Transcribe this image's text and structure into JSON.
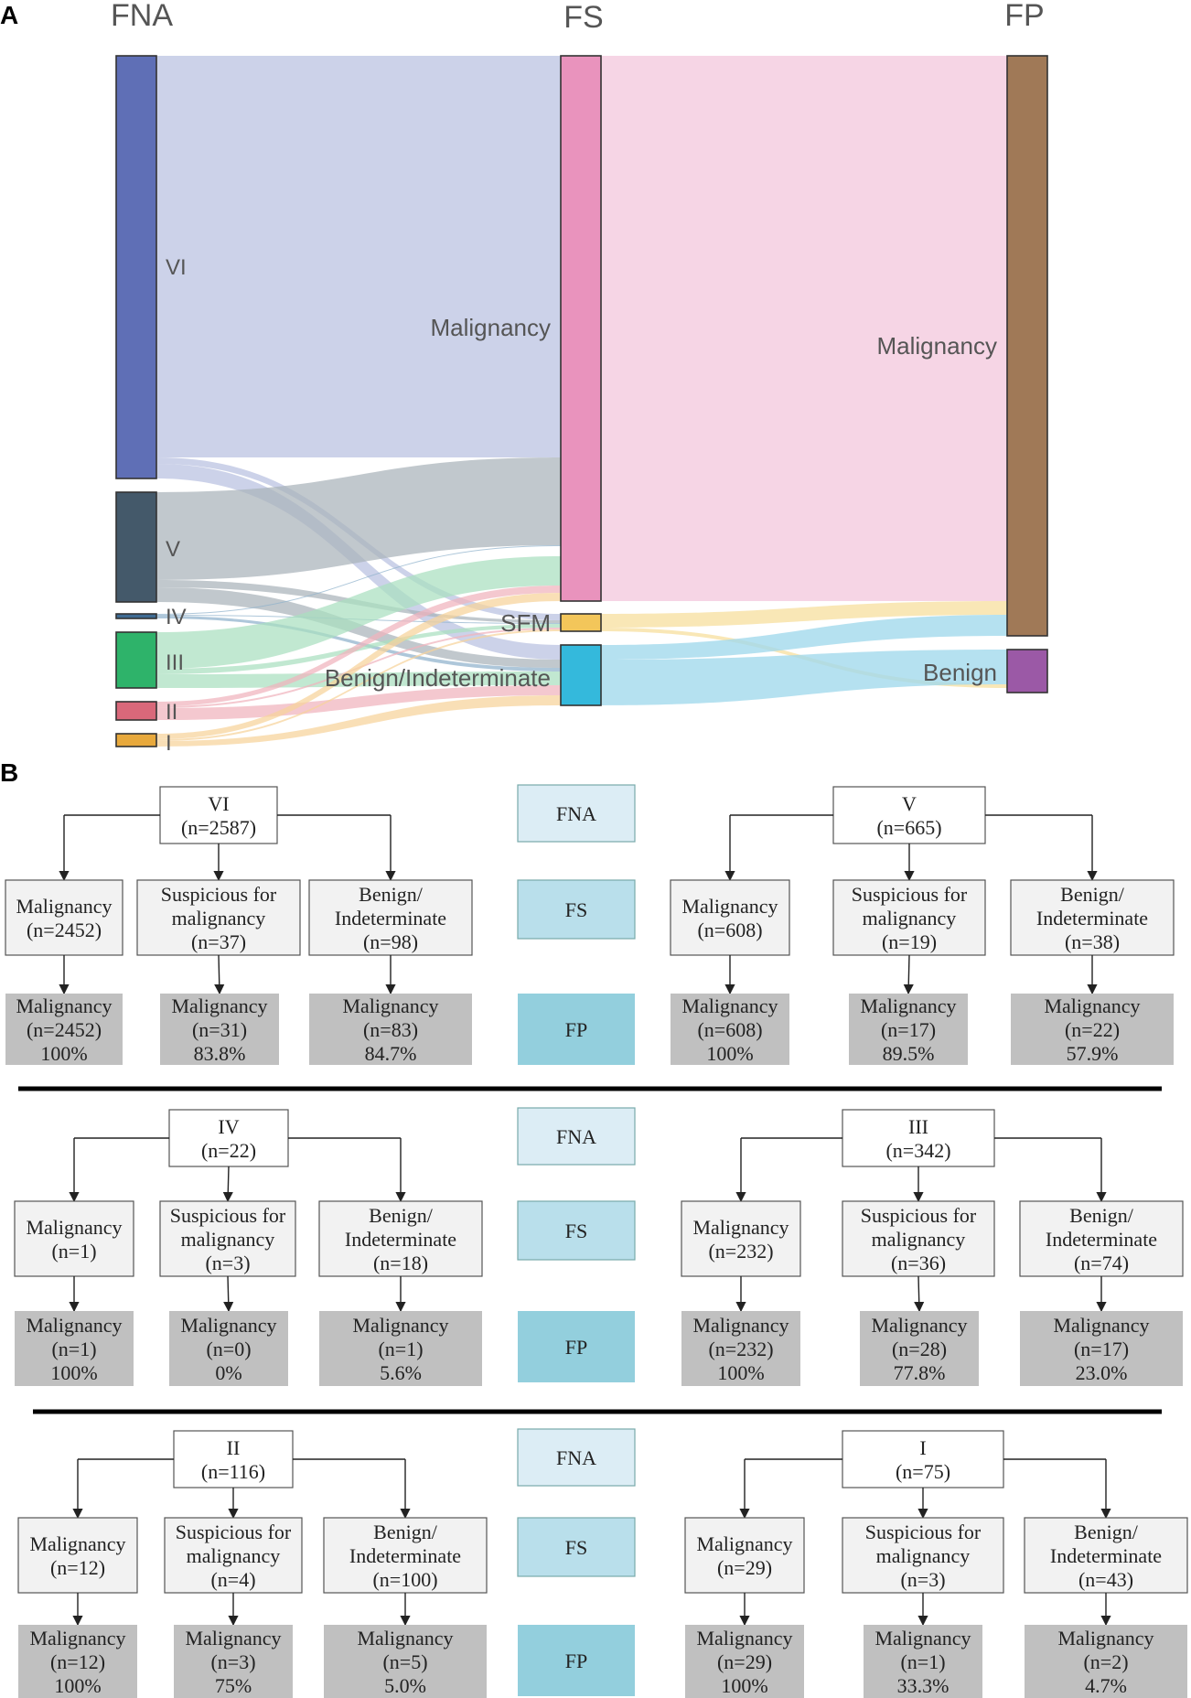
{
  "panel_a": {
    "letter": "A",
    "columns": {
      "fna": "FNA",
      "fs": "FS",
      "fp": "FP"
    },
    "fna_nodes": [
      {
        "id": "VI",
        "label": "VI",
        "color": "#5f6fb6"
      },
      {
        "id": "V",
        "label": "V",
        "color": "#44596a"
      },
      {
        "id": "IV",
        "label": "IV",
        "color": "#3e6b93"
      },
      {
        "id": "III",
        "label": "III",
        "color": "#2eb36a"
      },
      {
        "id": "II",
        "label": "II",
        "color": "#d9687a"
      },
      {
        "id": "I",
        "label": "I",
        "color": "#e8a93c"
      }
    ],
    "fs_nodes": [
      {
        "id": "M",
        "label": "Malignancy",
        "color": "#e993bd"
      },
      {
        "id": "SFM",
        "label": "SFM",
        "color": "#f3c65a"
      },
      {
        "id": "B",
        "label": "Benign/Indeterminate",
        "color": "#34b9dc"
      }
    ],
    "fp_nodes": [
      {
        "id": "M",
        "label": "Malignancy",
        "color": "#a07957"
      },
      {
        "id": "B",
        "label": "Benign",
        "color": "#9b59a6"
      }
    ],
    "flow_colors": {
      "VI": "#b8c0e0",
      "V": "#a9b3ba",
      "IV": "#8fb2cc",
      "III": "#a9dfbf",
      "II": "#f0b3bd",
      "I": "#f6d39a",
      "fsM": "#f4cade",
      "fsSFM": "#f7e1a4",
      "fsB": "#a3d9ec"
    }
  },
  "panel_b": {
    "letter": "B",
    "level_labels": {
      "fna": "FNA",
      "fs": "FS",
      "fp": "FP"
    },
    "level_colors": {
      "fna": "#dcedf5",
      "fs": "#b9dfeb",
      "fp": "#93cfdd"
    },
    "groups": [
      {
        "root": {
          "name": "VI",
          "n": "(n=2587)"
        },
        "children": [
          {
            "fs": [
              "Malignancy",
              "(n=2452)"
            ],
            "fp": [
              "Malignancy",
              "(n=2452)",
              "100%"
            ]
          },
          {
            "fs": [
              "Suspicious for",
              "malignancy",
              "(n=37)"
            ],
            "fp": [
              "Malignancy",
              "(n=31)",
              "83.8%"
            ]
          },
          {
            "fs": [
              "Benign/",
              "Indeterminate",
              "(n=98)"
            ],
            "fp": [
              "Malignancy",
              "(n=83)",
              "84.7%"
            ]
          }
        ]
      },
      {
        "root": {
          "name": "V",
          "n": "(n=665)"
        },
        "children": [
          {
            "fs": [
              "Malignancy",
              "(n=608)"
            ],
            "fp": [
              "Malignancy",
              "(n=608)",
              "100%"
            ]
          },
          {
            "fs": [
              "Suspicious for",
              "malignancy",
              "(n=19)"
            ],
            "fp": [
              "Malignancy",
              "(n=17)",
              "89.5%"
            ]
          },
          {
            "fs": [
              "Benign/",
              "Indeterminate",
              "(n=38)"
            ],
            "fp": [
              "Malignancy",
              "(n=22)",
              "57.9%"
            ]
          }
        ]
      },
      {
        "root": {
          "name": "IV",
          "n": "(n=22)"
        },
        "children": [
          {
            "fs": [
              "Malignancy",
              "(n=1)"
            ],
            "fp": [
              "Malignancy",
              "(n=1)",
              "100%"
            ]
          },
          {
            "fs": [
              "Suspicious for",
              "malignancy",
              "(n=3)"
            ],
            "fp": [
              "Malignancy",
              "(n=0)",
              "0%"
            ]
          },
          {
            "fs": [
              "Benign/",
              "Indeterminate",
              "(n=18)"
            ],
            "fp": [
              "Malignancy",
              "(n=1)",
              "5.6%"
            ]
          }
        ]
      },
      {
        "root": {
          "name": "III",
          "n": "(n=342)"
        },
        "children": [
          {
            "fs": [
              "Malignancy",
              "(n=232)"
            ],
            "fp": [
              "Malignancy",
              "(n=232)",
              "100%"
            ]
          },
          {
            "fs": [
              "Suspicious for",
              "malignancy",
              "(n=36)"
            ],
            "fp": [
              "Malignancy",
              "(n=28)",
              "77.8%"
            ]
          },
          {
            "fs": [
              "Benign/",
              "Indeterminate",
              "(n=74)"
            ],
            "fp": [
              "Malignancy",
              "(n=17)",
              "23.0%"
            ]
          }
        ]
      },
      {
        "root": {
          "name": "II",
          "n": "(n=116)"
        },
        "children": [
          {
            "fs": [
              "Malignancy",
              "(n=12)"
            ],
            "fp": [
              "Malignancy",
              "(n=12)",
              "100%"
            ]
          },
          {
            "fs": [
              "Suspicious for",
              "malignancy",
              "(n=4)"
            ],
            "fp": [
              "Malignancy",
              "(n=3)",
              "75%"
            ]
          },
          {
            "fs": [
              "Benign/",
              "Indeterminate",
              "(n=100)"
            ],
            "fp": [
              "Malignancy",
              "(n=5)",
              "5.0%"
            ]
          }
        ]
      },
      {
        "root": {
          "name": "I",
          "n": "(n=75)"
        },
        "children": [
          {
            "fs": [
              "Malignancy",
              "(n=29)"
            ],
            "fp": [
              "Malignancy",
              "(n=29)",
              "100%"
            ]
          },
          {
            "fs": [
              "Suspicious for",
              "malignancy",
              "(n=3)"
            ],
            "fp": [
              "Malignancy",
              "(n=1)",
              "33.3%"
            ]
          },
          {
            "fs": [
              "Benign/",
              "Indeterminate",
              "(n=43)"
            ],
            "fp": [
              "Malignancy",
              "(n=2)",
              "4.7%"
            ]
          }
        ]
      }
    ]
  }
}
